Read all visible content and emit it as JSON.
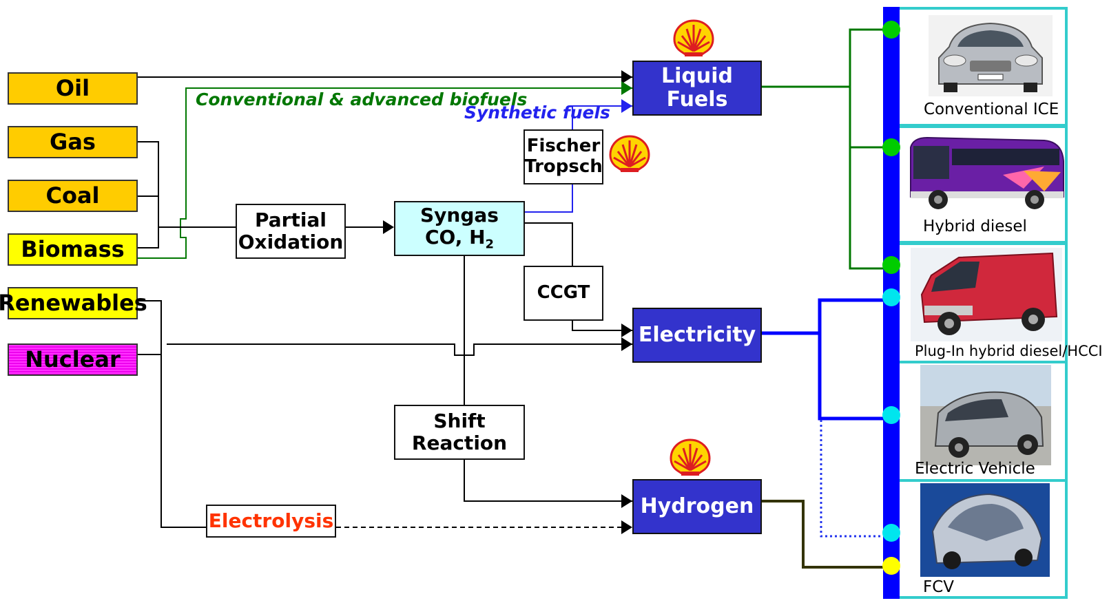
{
  "sources": {
    "oil": "Oil",
    "gas": "Gas",
    "coal": "Coal",
    "biomass": "Biomass",
    "renewables": "Renewables",
    "nuclear": "Nuclear"
  },
  "processes": {
    "partial_oxidation": "Partial\nOxidation",
    "syngas_line1": "Syngas",
    "syngas_line2": "CO, H",
    "syngas_subscript": "2",
    "fischer_tropsch": "Fischer\nTropsch",
    "ccgt": "CCGT",
    "shift_reaction": "Shift\nReaction",
    "electrolysis": "Electrolysis"
  },
  "outputs": {
    "liquid_fuels": "Liquid\nFuels",
    "electricity": "Electricity",
    "hydrogen": "Hydrogen"
  },
  "annotations": {
    "biofuels": "Conventional & advanced biofuels",
    "synthetic": "Synthetic fuels"
  },
  "vehicles": [
    {
      "caption": "Conventional ICE"
    },
    {
      "caption": "Hybrid diesel"
    },
    {
      "caption": "Plug-In hybrid diesel/HCCI"
    },
    {
      "caption": "Electric Vehicle"
    },
    {
      "caption": "FCV"
    }
  ],
  "colors": {
    "biofuel_line": "#007700",
    "synthetic_line": "#2222ee",
    "electricity_line": "#0000ff",
    "hydrogen_line": "#333300",
    "electrolysis_text": "#ff3300",
    "vehicle_frame": "#33cccc",
    "vehicle_bar": "#0000ff",
    "dot_liquid": "#00cc00",
    "dot_electric": "#00e5ee",
    "dot_hydrogen": "#ffff00"
  },
  "icons": {
    "shell": "shell-logo-icon"
  }
}
